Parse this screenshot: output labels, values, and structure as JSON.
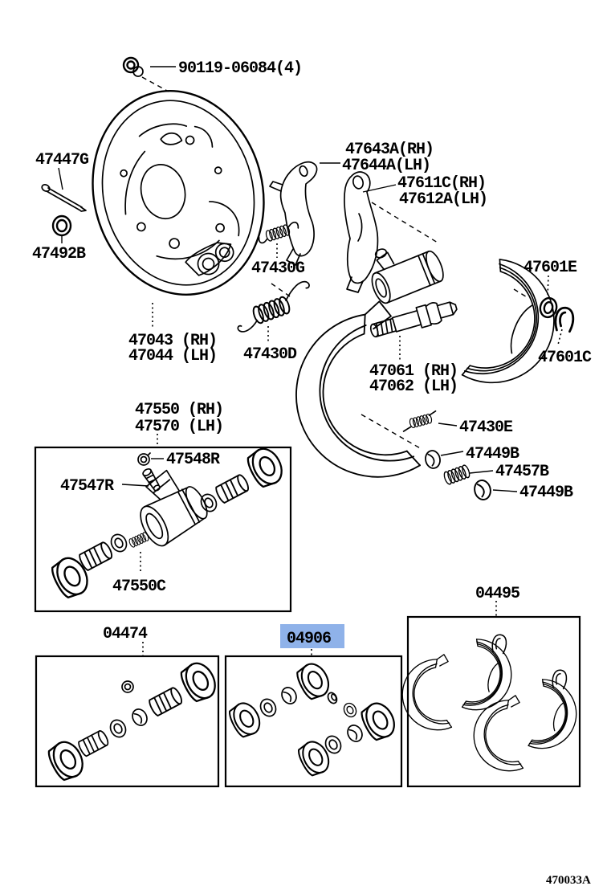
{
  "figure": {
    "code": "470033A"
  },
  "highlight": {
    "bg": "#8fb2e9",
    "fg": "#1c3a6e"
  },
  "labels": {
    "bolt": "90119-06084(4)",
    "pin": "47447G",
    "grommet": "47492B",
    "backing_plate_rh": "47043 (RH)",
    "backing_plate_lh": "47044 (LH)",
    "lever_a_rh": "47643A(RH)",
    "lever_a_lh": "47644A(LH)",
    "lever_b_rh": "47611C(RH)",
    "lever_b_lh": "47612A(LH)",
    "spring_g": "47430G",
    "spring_d": "47430D",
    "oring": "47601E",
    "clip": "47601C",
    "strut_rh": "47061 (RH)",
    "strut_lh": "47062 (LH)",
    "adjust_screw": "47430E",
    "cup_upper": "47449B",
    "spring_457": "47457B",
    "cup_lower": "47449B",
    "cyl_kit_rh": "47550 (RH)",
    "cyl_kit_lh": "47570 (LH)",
    "bleeder_cap": "47548R",
    "bleeder_plug": "47547R",
    "cyl_spring": "47550C",
    "kit_left": "04474",
    "kit_center": "04906",
    "kit_right": "04495"
  }
}
